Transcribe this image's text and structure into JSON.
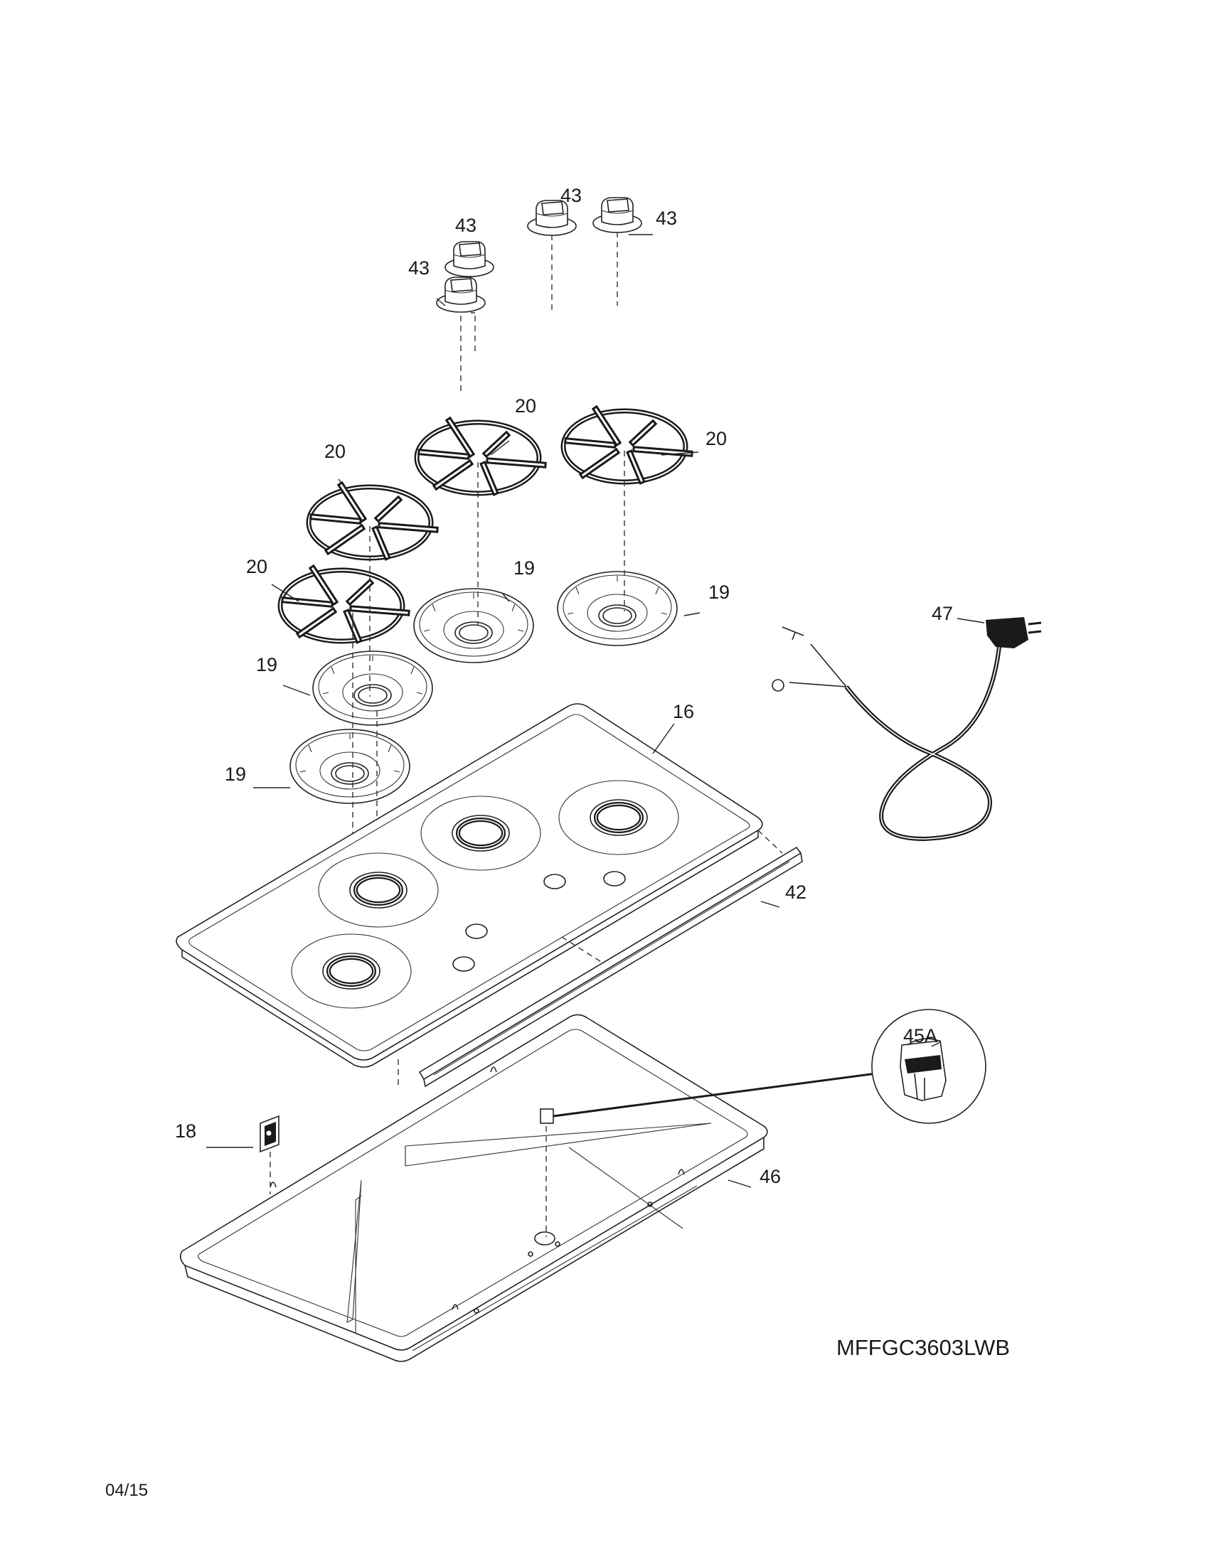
{
  "callouts": {
    "knob_a": "43",
    "knob_b": "43",
    "knob_c": "43",
    "knob_d": "43",
    "grate_a": "20",
    "grate_b": "20",
    "grate_c": "20",
    "grate_d": "20",
    "bowl_a": "19",
    "bowl_b": "19",
    "bowl_c": "19",
    "bowl_d": "19",
    "cooktop": "16",
    "trim": "42",
    "cord": "47",
    "spark_module": "45A",
    "bracket": "18",
    "burner_box": "46"
  },
  "model_number": "MFFGC3603LWB",
  "revision_date": "04/15"
}
